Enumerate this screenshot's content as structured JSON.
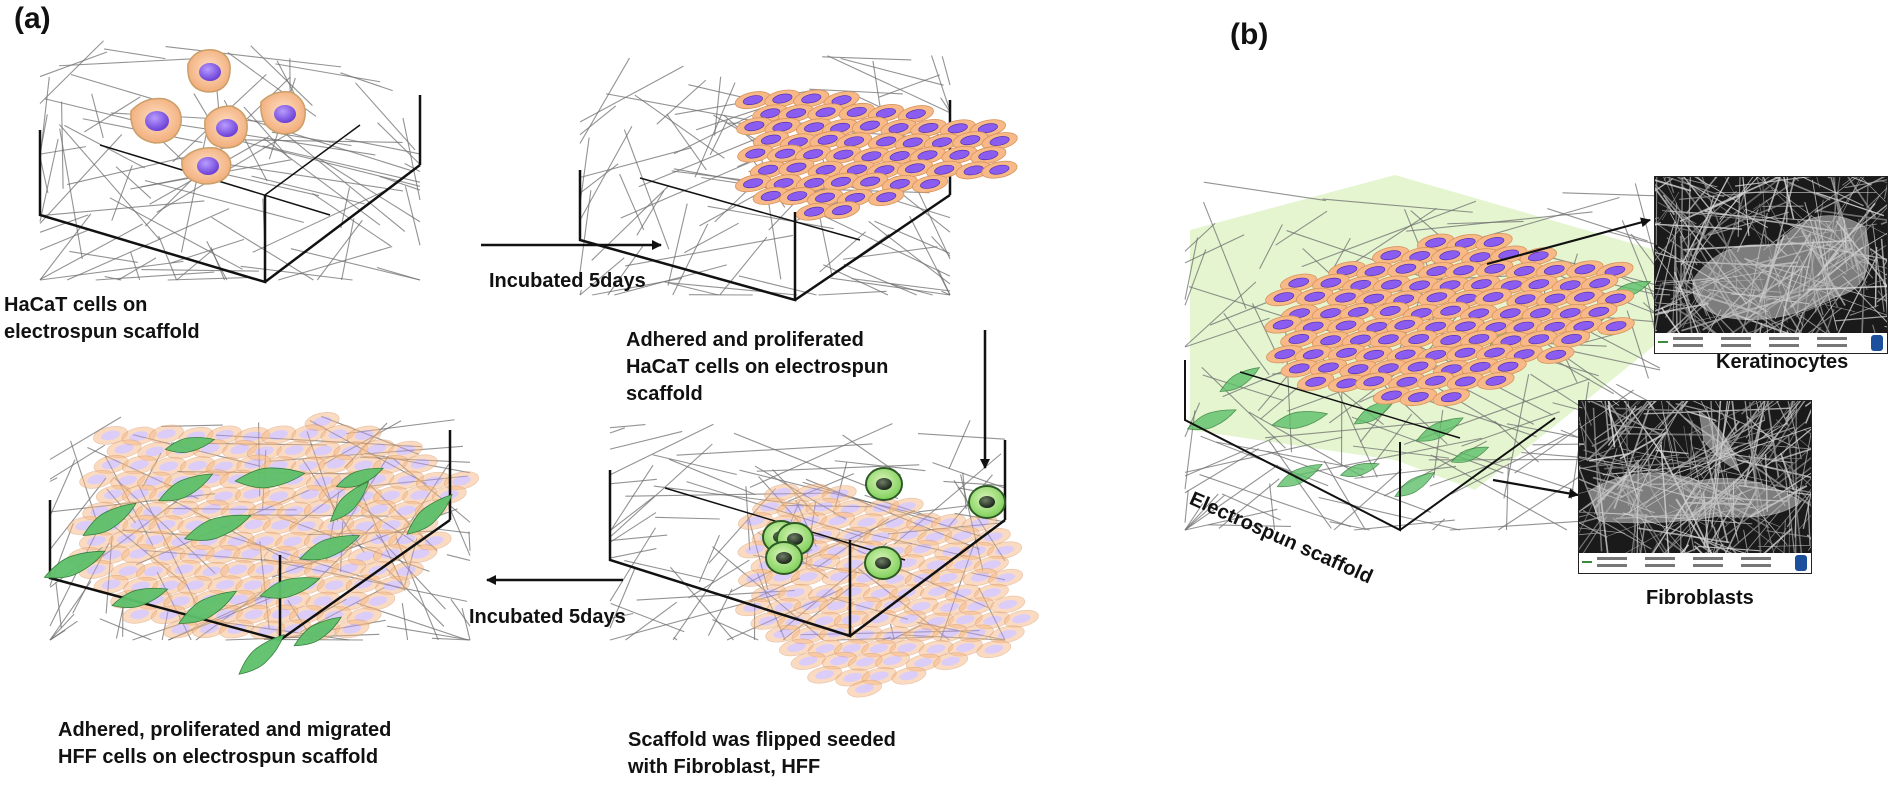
{
  "panels": {
    "a": {
      "label": "(a)"
    },
    "b": {
      "label": "(b)"
    }
  },
  "steps": [
    {
      "caption_lines": [
        "HaCaT cells on",
        "electrospun scaffold"
      ]
    },
    {
      "caption_lines": [
        "Adhered and proliferated",
        "HaCaT cells on electrospun",
        "scaffold"
      ]
    },
    {
      "caption_lines": [
        "Scaffold was flipped seeded",
        "with Fibroblast, HFF"
      ]
    },
    {
      "caption_lines": [
        "Adhered, proliferated and migrated",
        "HFF cells on electrospun scaffold"
      ]
    }
  ],
  "arrows": {
    "step1_to_step2": "Incubated 5days",
    "step3_to_step4": "Incubated 5days"
  },
  "panel_b": {
    "scaffold_label": "Electrospun scaffold",
    "sem_images": [
      {
        "label": "Keratinocytes"
      },
      {
        "label": "Fibroblasts"
      }
    ]
  },
  "colors": {
    "keratinocyte_body": "#f6b987",
    "keratinocyte_nucleus": "#8a5cf0",
    "fibroblast": "#5ec06a",
    "scaffold_fiber": "#6f6f6f",
    "scaffold_edge": "#111111",
    "scaffold_tint": "#dff3c8"
  }
}
